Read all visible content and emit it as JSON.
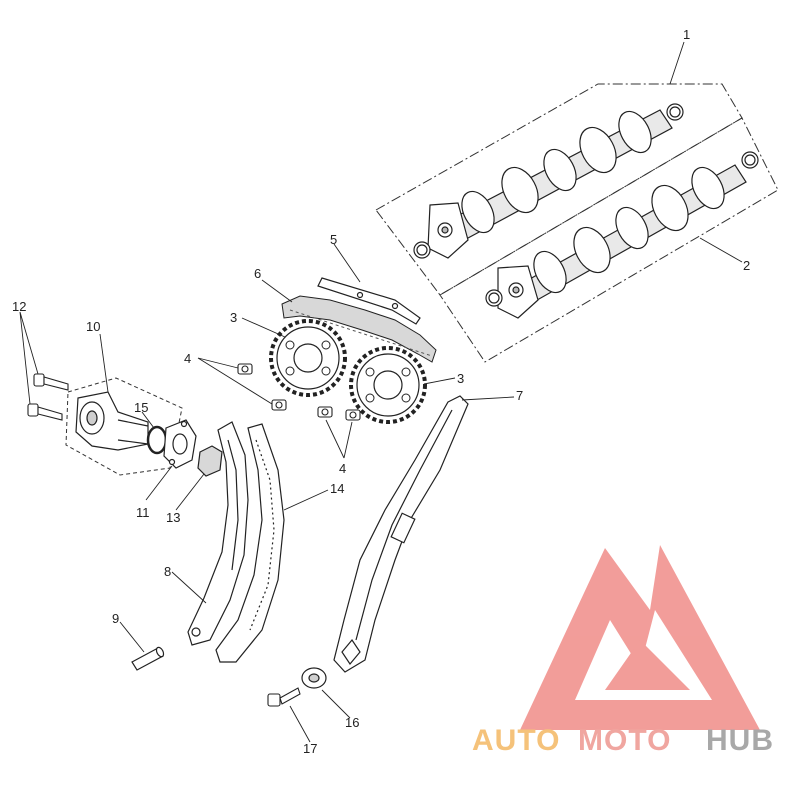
{
  "callouts": {
    "c1": "1",
    "c2": "2",
    "c3a": "3",
    "c3b": "3",
    "c4a": "4",
    "c4b": "4",
    "c5": "5",
    "c6": "6",
    "c7": "7",
    "c8": "8",
    "c9": "9",
    "c10": "10",
    "c11": "11",
    "c12": "12",
    "c13": "13",
    "c14": "14",
    "c15": "15",
    "c16": "16",
    "c17": "17"
  },
  "watermark": {
    "part1": "AUTO",
    "part2": "MOTO",
    "part3": "HUB",
    "colors": {
      "auto": "#f5c27a",
      "moto": "#f0a6a0",
      "hub": "#a8a8a8",
      "logo": "#f08c88"
    }
  },
  "colors": {
    "line": "#222222",
    "part_fill": "#ffffff",
    "shade": "#cfcfcf"
  }
}
